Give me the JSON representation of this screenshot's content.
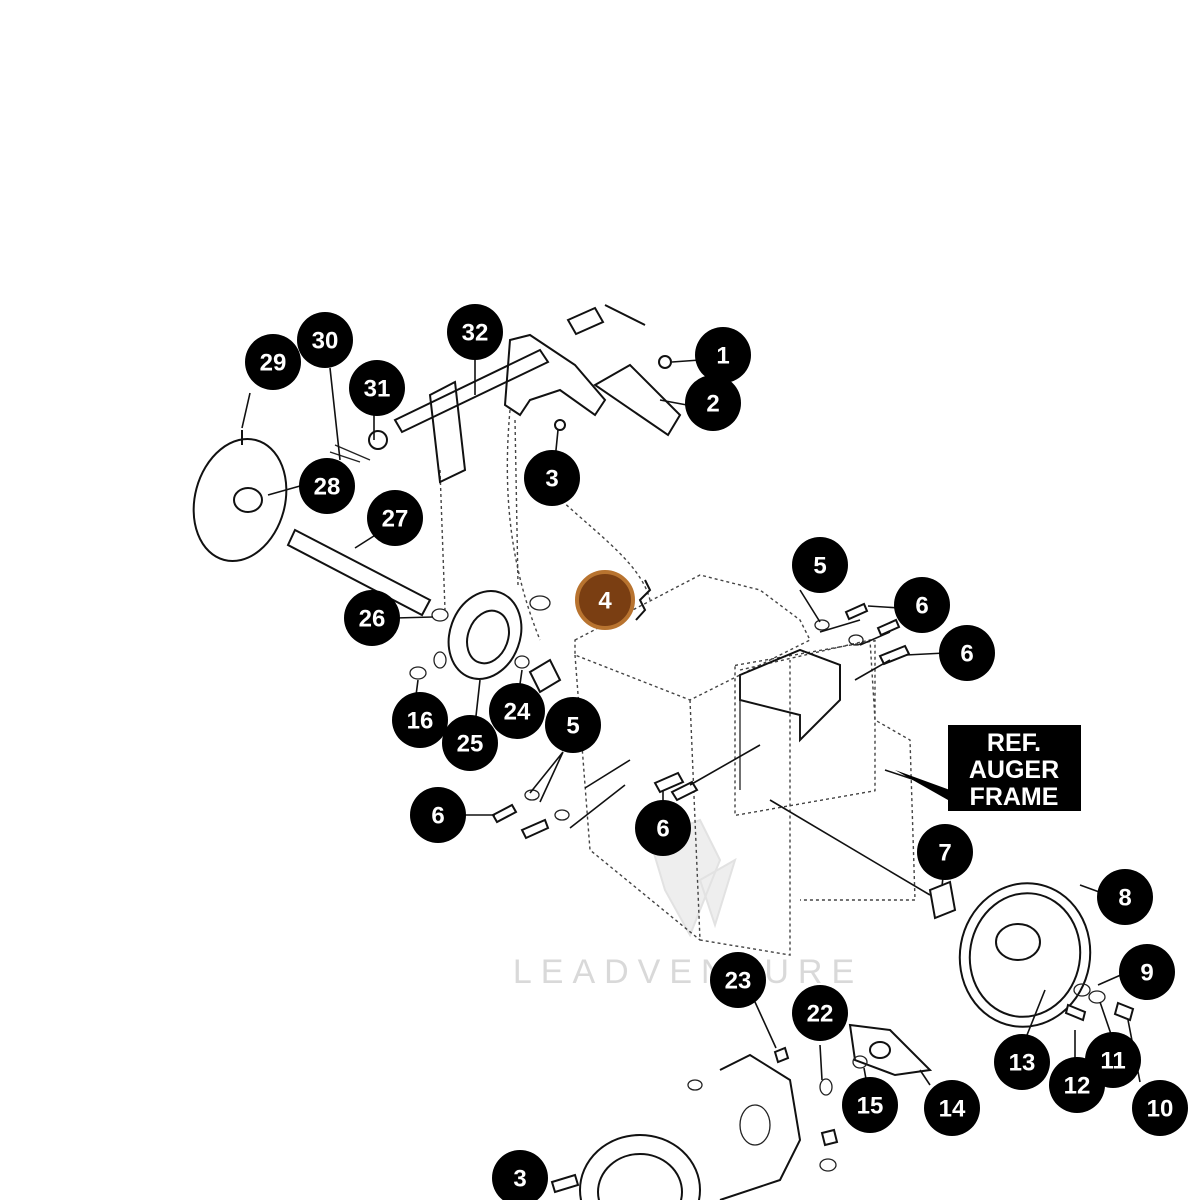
{
  "callouts": [
    "1",
    "2",
    "3",
    "3",
    "4",
    "5",
    "5",
    "6",
    "6",
    "6",
    "6",
    "7",
    "8",
    "9",
    "10",
    "11",
    "12",
    "13",
    "14",
    "15",
    "16",
    "22",
    "23",
    "24",
    "25",
    "26",
    "27",
    "28",
    "29",
    "30",
    "31",
    "32"
  ],
  "reference_label": {
    "line1": "REF.",
    "line2": "AUGER",
    "line3": "FRAME"
  },
  "watermark": "LEADVENTURE",
  "colors": {
    "callout": "#000000",
    "highlight": "#7a3e12",
    "highlight_ring": "#b8732f",
    "line": "#111111"
  }
}
